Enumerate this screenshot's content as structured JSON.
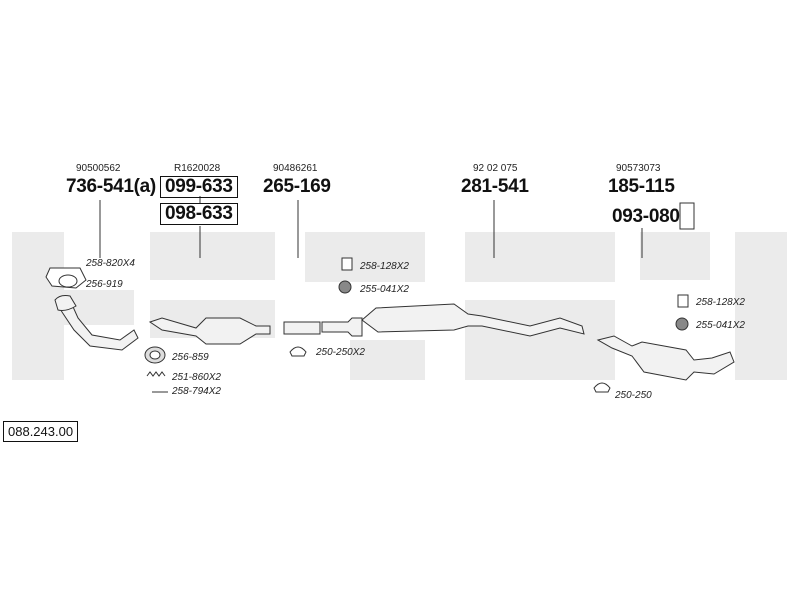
{
  "reference": "088.243.00",
  "parts": [
    {
      "oem": "90500562",
      "code": "736-541(a)"
    },
    {
      "oem": "R1620028",
      "code": "099-633",
      "code2": "098-633"
    },
    {
      "oem": "90486261",
      "code": "265-169"
    },
    {
      "oem": "92 02 075",
      "code": "281-541"
    },
    {
      "oem": "90573073",
      "code": "185-115",
      "code2": "093-080"
    }
  ],
  "accessories": [
    {
      "code": "258-820X4"
    },
    {
      "code": "256-919"
    },
    {
      "code": "256-859"
    },
    {
      "code": "251-860X2"
    },
    {
      "code": "258-794X2"
    },
    {
      "code": "250-250X2"
    },
    {
      "code": "258-128X2"
    },
    {
      "code": "255-041X2"
    },
    {
      "code": "258-128X2"
    },
    {
      "code": "255-041X2"
    },
    {
      "code": "250-250"
    }
  ]
}
